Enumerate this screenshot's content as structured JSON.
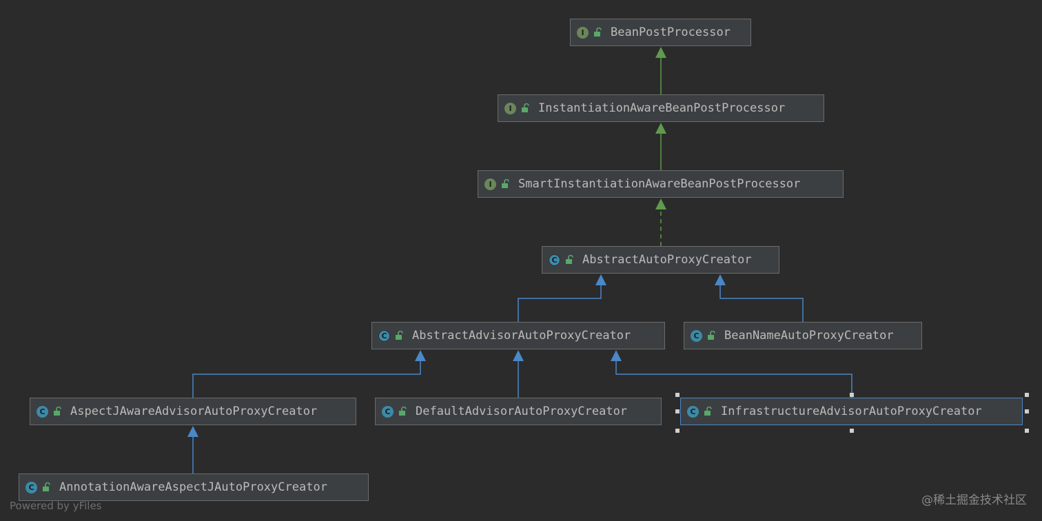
{
  "diagram": {
    "nodes": [
      {
        "id": "bpp",
        "label": "BeanPostProcessor",
        "kind": "interface",
        "icon_letter": "I",
        "icon": "interface-icon"
      },
      {
        "id": "iabpp",
        "label": "InstantiationAwareBeanPostProcessor",
        "kind": "interface",
        "icon_letter": "I",
        "icon": "interface-icon"
      },
      {
        "id": "siabpp",
        "label": "SmartInstantiationAwareBeanPostProcessor",
        "kind": "interface",
        "icon_letter": "I",
        "icon": "interface-icon"
      },
      {
        "id": "aapc",
        "label": "AbstractAutoProxyCreator",
        "kind": "abstract-class",
        "icon_letter": "C",
        "icon": "abstract-class-icon"
      },
      {
        "id": "aaapc",
        "label": "AbstractAdvisorAutoProxyCreator",
        "kind": "abstract-class",
        "icon_letter": "C",
        "icon": "abstract-class-icon"
      },
      {
        "id": "bnapc",
        "label": "BeanNameAutoProxyCreator",
        "kind": "class",
        "icon_letter": "C",
        "icon": "class-icon"
      },
      {
        "id": "ajaapc",
        "label": "AspectJAwareAdvisorAutoProxyCreator",
        "kind": "class",
        "icon_letter": "C",
        "icon": "class-icon"
      },
      {
        "id": "dapc",
        "label": "DefaultAdvisorAutoProxyCreator",
        "kind": "class",
        "icon_letter": "C",
        "icon": "class-icon"
      },
      {
        "id": "iaapc",
        "label": "InfrastructureAdvisorAutoProxyCreator",
        "kind": "class",
        "icon_letter": "C",
        "icon": "class-icon",
        "selected": true
      },
      {
        "id": "aaajapc",
        "label": "AnnotationAwareAspectJAutoProxyCreator",
        "kind": "class",
        "icon_letter": "C",
        "icon": "class-icon"
      }
    ],
    "edges": [
      {
        "from": "iabpp",
        "to": "bpp",
        "type": "extends-interface"
      },
      {
        "from": "siabpp",
        "to": "iabpp",
        "type": "extends-interface"
      },
      {
        "from": "aapc",
        "to": "siabpp",
        "type": "implements"
      },
      {
        "from": "aaapc",
        "to": "aapc",
        "type": "extends-class"
      },
      {
        "from": "bnapc",
        "to": "aapc",
        "type": "extends-class"
      },
      {
        "from": "ajaapc",
        "to": "aaapc",
        "type": "extends-class"
      },
      {
        "from": "dapc",
        "to": "aaapc",
        "type": "extends-class"
      },
      {
        "from": "iaapc",
        "to": "aaapc",
        "type": "extends-class"
      },
      {
        "from": "aaajapc",
        "to": "ajaapc",
        "type": "extends-class"
      }
    ],
    "colors": {
      "interface_edge": "#5f9a4d",
      "class_edge": "#4a88c7",
      "lock": "#59a869"
    }
  },
  "footer": {
    "powered_by": "Powered by yFiles",
    "watermark": "@稀土掘金技术社区"
  }
}
